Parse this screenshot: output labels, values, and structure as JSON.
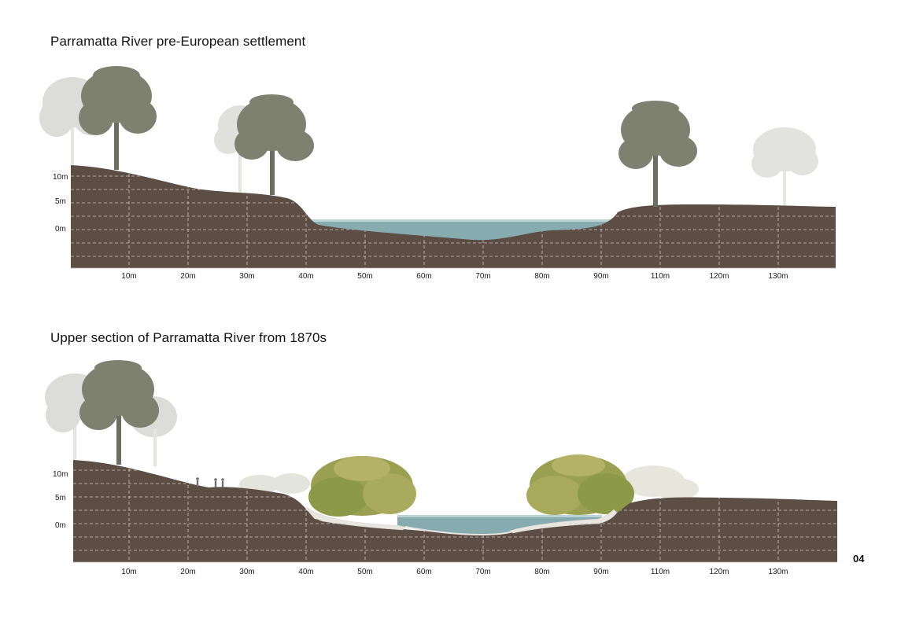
{
  "sections": [
    {
      "title": "Parramatta River pre-European settlement",
      "y_ticks": [
        "10m",
        "5m",
        "0m"
      ],
      "x_ticks": [
        "10m",
        "20m",
        "30m",
        "40m",
        "50m",
        "60m",
        "70m",
        "80m",
        "90m",
        "110m",
        "120m",
        "130m"
      ]
    },
    {
      "title": "Upper section of Parramatta River from 1870s",
      "y_ticks": [
        "10m",
        "5m",
        "0m"
      ],
      "x_ticks": [
        "10m",
        "20m",
        "30m",
        "40m",
        "50m",
        "60m",
        "70m",
        "80m",
        "90m",
        "110m",
        "120m",
        "130m"
      ]
    }
  ],
  "page_number": "04",
  "colors": {
    "soil": "#5c4d45",
    "water": "#7fa8ab",
    "tree_dark": "#7e8070",
    "tree_faded": "#d9d9d6",
    "shrub_green": "#9aa052",
    "rocks": "#e9e6e1",
    "grid": "#cfc8c2"
  }
}
